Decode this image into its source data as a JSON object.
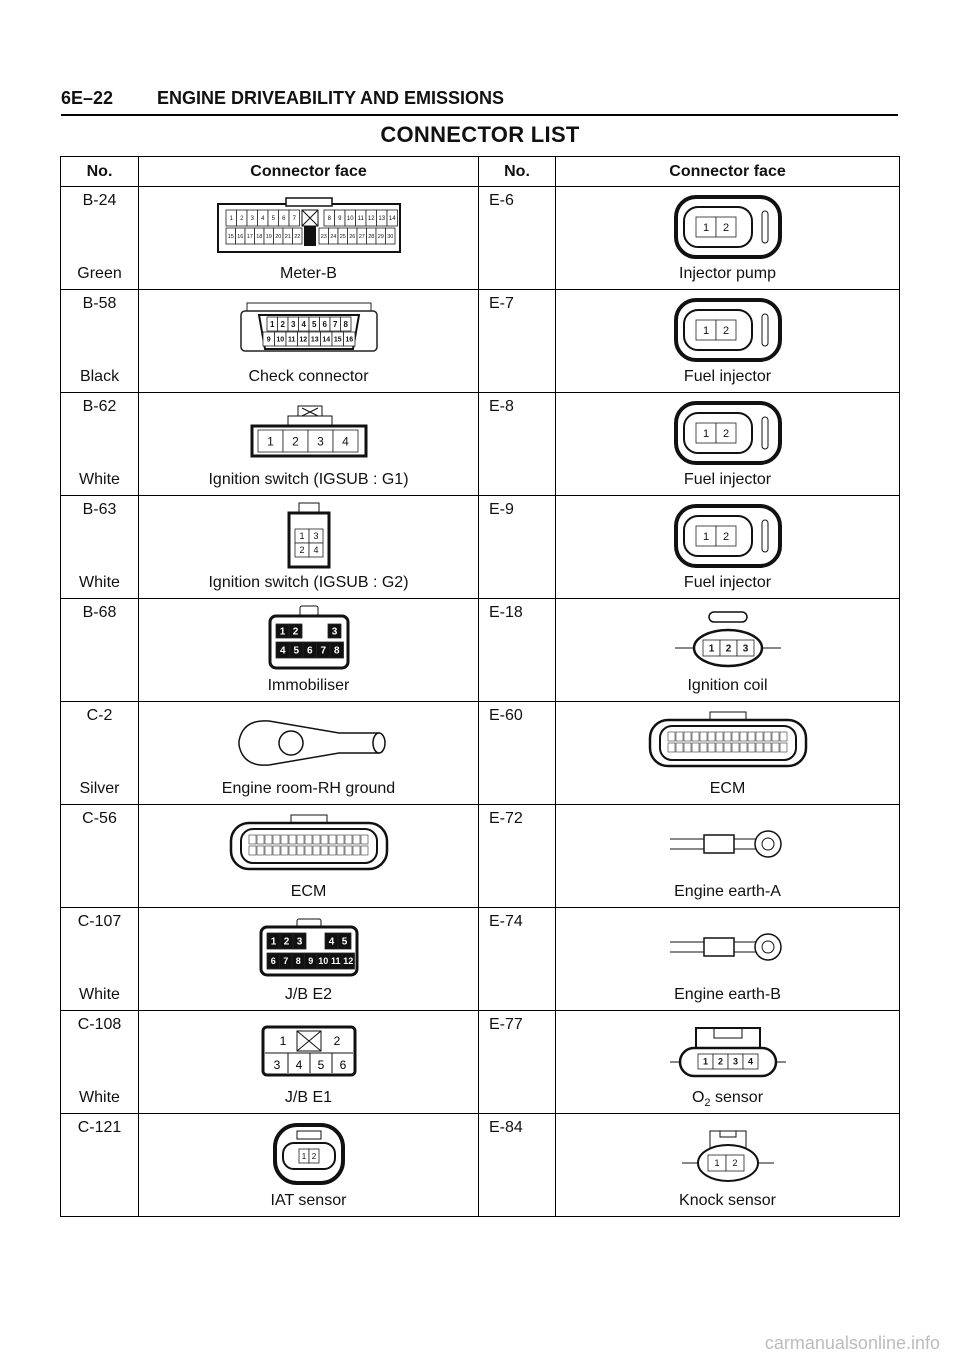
{
  "header": {
    "page_number": "6E–22",
    "section_title": "ENGINE DRIVEABILITY AND EMISSIONS"
  },
  "title": "CONNECTOR LIST",
  "columns": [
    "No.",
    "Connector face",
    "No.",
    "Connector face"
  ],
  "rows": [
    {
      "left": {
        "no": "B-24",
        "color": "Green",
        "name": "Meter-B",
        "icon": "meter-b-connector-icon"
      },
      "right": {
        "no": "E-6",
        "color": "",
        "name": "Injector pump",
        "icon": "two-pin-connector-icon"
      }
    },
    {
      "left": {
        "no": "B-58",
        "color": "Black",
        "name": "Check connector",
        "icon": "check-connector-icon"
      },
      "right": {
        "no": "E-7",
        "color": "",
        "name": "Fuel injector",
        "icon": "two-pin-connector-icon"
      }
    },
    {
      "left": {
        "no": "B-62",
        "color": "White",
        "name": "Ignition switch (IGSUB : G1)",
        "icon": "four-pin-switch-connector-icon"
      },
      "right": {
        "no": "E-8",
        "color": "",
        "name": "Fuel injector",
        "icon": "two-pin-connector-icon"
      }
    },
    {
      "left": {
        "no": "B-63",
        "color": "White",
        "name": "Ignition switch (IGSUB : G2)",
        "icon": "four-pin-square-connector-icon"
      },
      "right": {
        "no": "E-9",
        "color": "",
        "name": "Fuel injector",
        "icon": "two-pin-connector-icon"
      }
    },
    {
      "left": {
        "no": "B-68",
        "color": "",
        "name": "Immobiliser",
        "icon": "eight-pin-connector-icon"
      },
      "right": {
        "no": "E-18",
        "color": "",
        "name": "Ignition coil",
        "icon": "three-pin-round-connector-icon"
      }
    },
    {
      "left": {
        "no": "C-2",
        "color": "Silver",
        "name": "Engine room-RH ground",
        "icon": "ground-lug-icon"
      },
      "right": {
        "no": "E-60",
        "color": "",
        "name": "ECM",
        "icon": "ecm-connector-icon"
      }
    },
    {
      "left": {
        "no": "C-56",
        "color": "",
        "name": "ECM",
        "icon": "ecm-connector-icon"
      },
      "right": {
        "no": "E-72",
        "color": "",
        "name": "Engine earth-A",
        "icon": "ring-terminal-icon"
      }
    },
    {
      "left": {
        "no": "C-107",
        "color": "White",
        "name": "J/B E2",
        "icon": "twelve-pin-connector-icon"
      },
      "right": {
        "no": "E-74",
        "color": "",
        "name": "Engine earth-B",
        "icon": "ring-terminal-icon"
      }
    },
    {
      "left": {
        "no": "C-108",
        "color": "White",
        "name": "J/B E1",
        "icon": "six-pin-connector-icon"
      },
      "right": {
        "no": "E-77",
        "color": "",
        "name": "O2 sensor",
        "name_main": "O",
        "name_sub": "2",
        "name_rest": " sensor",
        "icon": "four-pin-round-connector-icon"
      }
    },
    {
      "left": {
        "no": "C-121",
        "color": "",
        "name": "IAT sensor",
        "icon": "iat-sensor-connector-icon"
      },
      "right": {
        "no": "E-84",
        "color": "",
        "name": "Knock sensor",
        "icon": "knock-sensor-connector-icon"
      }
    }
  ],
  "pin_labels": {
    "meter_b_top": [
      "1",
      "2",
      "3",
      "4",
      "5",
      "6",
      "7",
      "8",
      "9",
      "10",
      "11",
      "12",
      "13",
      "14"
    ],
    "meter_b_bottom": [
      "15",
      "16",
      "17",
      "18",
      "19",
      "20",
      "21",
      "22",
      "23",
      "24",
      "25",
      "26",
      "27",
      "28",
      "29",
      "30"
    ],
    "check_top": [
      "1",
      "2",
      "3",
      "4",
      "5",
      "6",
      "7",
      "8"
    ],
    "check_bottom": [
      "9",
      "10",
      "11",
      "12",
      "13",
      "14",
      "15",
      "16"
    ],
    "ign_g1": [
      "1",
      "2",
      "3",
      "4"
    ],
    "ign_g2": [
      "1",
      "3",
      "2",
      "4"
    ],
    "immob_top": [
      "1",
      "2",
      "3"
    ],
    "immob_bottom": [
      "4",
      "5",
      "6",
      "7",
      "8"
    ],
    "two_pin": [
      "1",
      "2"
    ],
    "coil": [
      "1",
      "2",
      "3"
    ],
    "jb_e2_top": [
      "1",
      "2",
      "3",
      "4",
      "5"
    ],
    "jb_e2_bottom": [
      "6",
      "7",
      "8",
      "9",
      "10",
      "11",
      "12"
    ],
    "jb_e1": [
      "1",
      "2",
      "3",
      "4",
      "5",
      "6"
    ],
    "o2": [
      "1",
      "2",
      "3",
      "4"
    ]
  },
  "watermark": "carmanualsonline.info"
}
